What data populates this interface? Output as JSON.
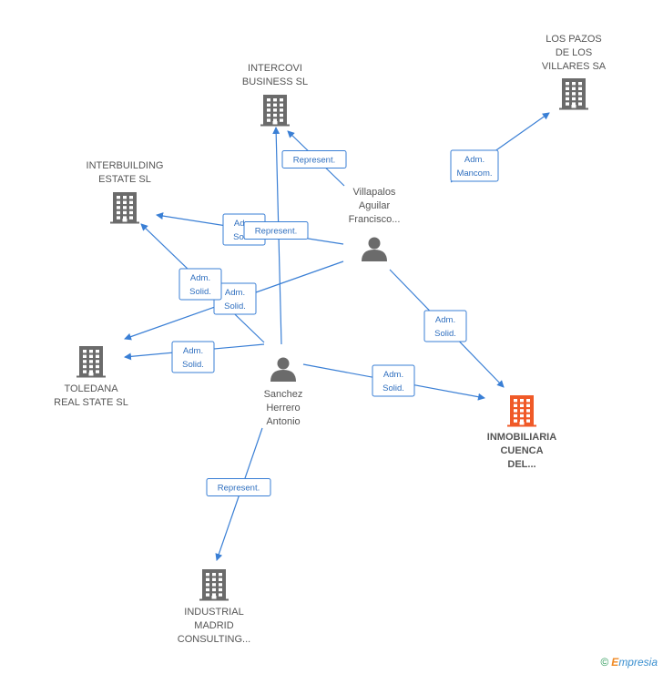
{
  "colors": {
    "edge": "#3a7fd5",
    "company_icon": "#6b6b6b",
    "company_icon_highlight": "#f05a28",
    "person_icon": "#6b6b6b",
    "label_text": "#555555"
  },
  "nodes": {
    "los_pazos": {
      "lines": [
        "LOS PAZOS",
        "DE LOS",
        "VILLARES SA"
      ],
      "type": "company"
    },
    "intercovi": {
      "lines": [
        "INTERCOVI",
        "BUSINESS SL"
      ],
      "type": "company"
    },
    "interbuilding": {
      "lines": [
        "INTERBUILDING",
        "ESTATE SL"
      ],
      "type": "company"
    },
    "toledana": {
      "lines": [
        "TOLEDANA",
        "REAL STATE SL"
      ],
      "type": "company"
    },
    "inmobiliaria": {
      "lines": [
        "INMOBILIARIA",
        "CUENCA",
        "DEL..."
      ],
      "type": "company",
      "highlight": true
    },
    "industrial": {
      "lines": [
        "INDUSTRIAL",
        "MADRID",
        "CONSULTING..."
      ],
      "type": "company"
    },
    "villapalos": {
      "lines": [
        "Villapalos",
        "Aguilar",
        "Francisco..."
      ],
      "type": "person"
    },
    "sanchez": {
      "lines": [
        "Sanchez",
        "Herrero",
        "Antonio"
      ],
      "type": "person"
    }
  },
  "edges": [
    {
      "from": "villapalos",
      "to": "los_pazos",
      "label": [
        "Adm.",
        "Mancom."
      ]
    },
    {
      "from": "villapalos",
      "to": "intercovi",
      "label": [
        "Represent."
      ]
    },
    {
      "from": "villapalos",
      "to": "interbuilding",
      "label": [
        "Adm.",
        "Solid."
      ]
    },
    {
      "from": "villapalos",
      "to": "toledana",
      "label": [
        "Adm.",
        "Solid."
      ]
    },
    {
      "from": "villapalos",
      "to": "inmobiliaria",
      "label": [
        "Adm.",
        "Solid."
      ]
    },
    {
      "from": "sanchez",
      "to": "intercovi",
      "label": [
        "Represent."
      ]
    },
    {
      "from": "sanchez",
      "to": "interbuilding",
      "label": [
        "Adm.",
        "Solid."
      ]
    },
    {
      "from": "sanchez",
      "to": "toledana",
      "label": [
        "Adm.",
        "Solid."
      ]
    },
    {
      "from": "sanchez",
      "to": "inmobiliaria",
      "label": [
        "Adm.",
        "Solid."
      ]
    },
    {
      "from": "sanchez",
      "to": "industrial",
      "label": [
        "Represent."
      ]
    }
  ],
  "watermark": {
    "copyright": "©",
    "brand_first": "E",
    "brand_rest": "mpresia"
  }
}
